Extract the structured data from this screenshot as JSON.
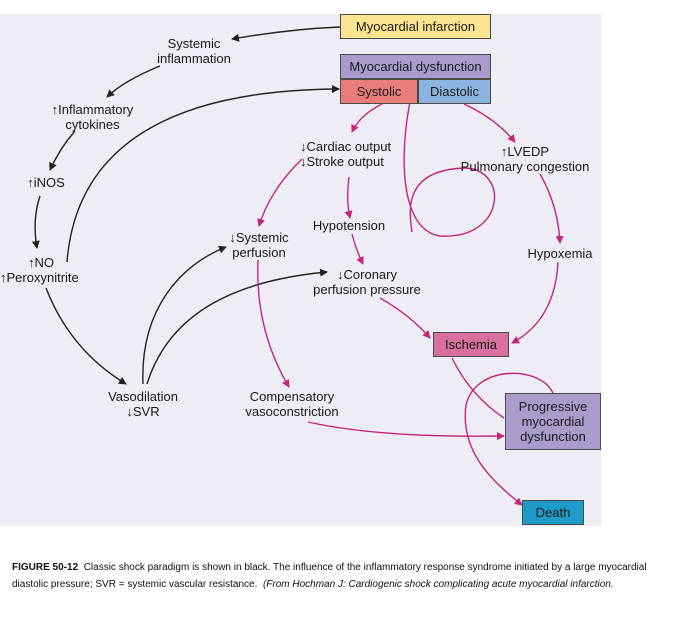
{
  "colors": {
    "panel_bg": "#eeecf4",
    "black_arrow": "#222222",
    "inflammatory_arrow": "#c2267a",
    "infarction_box": "#fbe590",
    "dysfunction_box": "#a99ccd",
    "systolic_box": "#ea7c7a",
    "diastolic_box": "#8db4e0",
    "ischemia_box": "#d96f9c",
    "progressive_box": "#a99ccd",
    "death_box": "#1e9bc6"
  },
  "nodes": {
    "myocardial_infarction": "Myocardial infarction",
    "myocardial_dysfunction": "Myocardial dysfunction",
    "systolic": "Systolic",
    "diastolic": "Diastolic",
    "ischemia": "Ischemia",
    "progressive": [
      "Progressive",
      "myocardial",
      "dysfunction"
    ],
    "death": "Death"
  },
  "labels": {
    "systemic_inflammation": [
      "Systemic",
      "inflammation"
    ],
    "inflammatory_cytokines": [
      "↑Inflammatory",
      "cytokines"
    ],
    "inos": "↑iNOS",
    "no_peroxynitrite": [
      "↑NO",
      "↑Peroxynitrite"
    ],
    "vasodilation": [
      "Vasodilation",
      "↓SVR"
    ],
    "cardiac_output": [
      "↓Cardiac output",
      "↓Stroke output"
    ],
    "lvedp": [
      "↑LVEDP",
      "Pulmonary congestion"
    ],
    "hypotension": "Hypotension",
    "systemic_perfusion": [
      "↓Systemic",
      "perfusion"
    ],
    "hypoxemia": "Hypoxemia",
    "coronary_perfusion": [
      "↓Coronary",
      "perfusion pressure"
    ],
    "compensatory": [
      "Compensatory",
      "vasoconstriction"
    ]
  },
  "caption": {
    "figure_label": "FIGURE 50-12",
    "line1_text": "Classic shock paradigm is shown in black. The influence of the inflammatory response syndrome initiated by a large myocardial",
    "line2_text": "diastolic pressure; SVR = systemic vascular resistance.",
    "line2_citation": "(From Hochman J: Cardiogenic shock complicating acute myocardial infarction."
  }
}
